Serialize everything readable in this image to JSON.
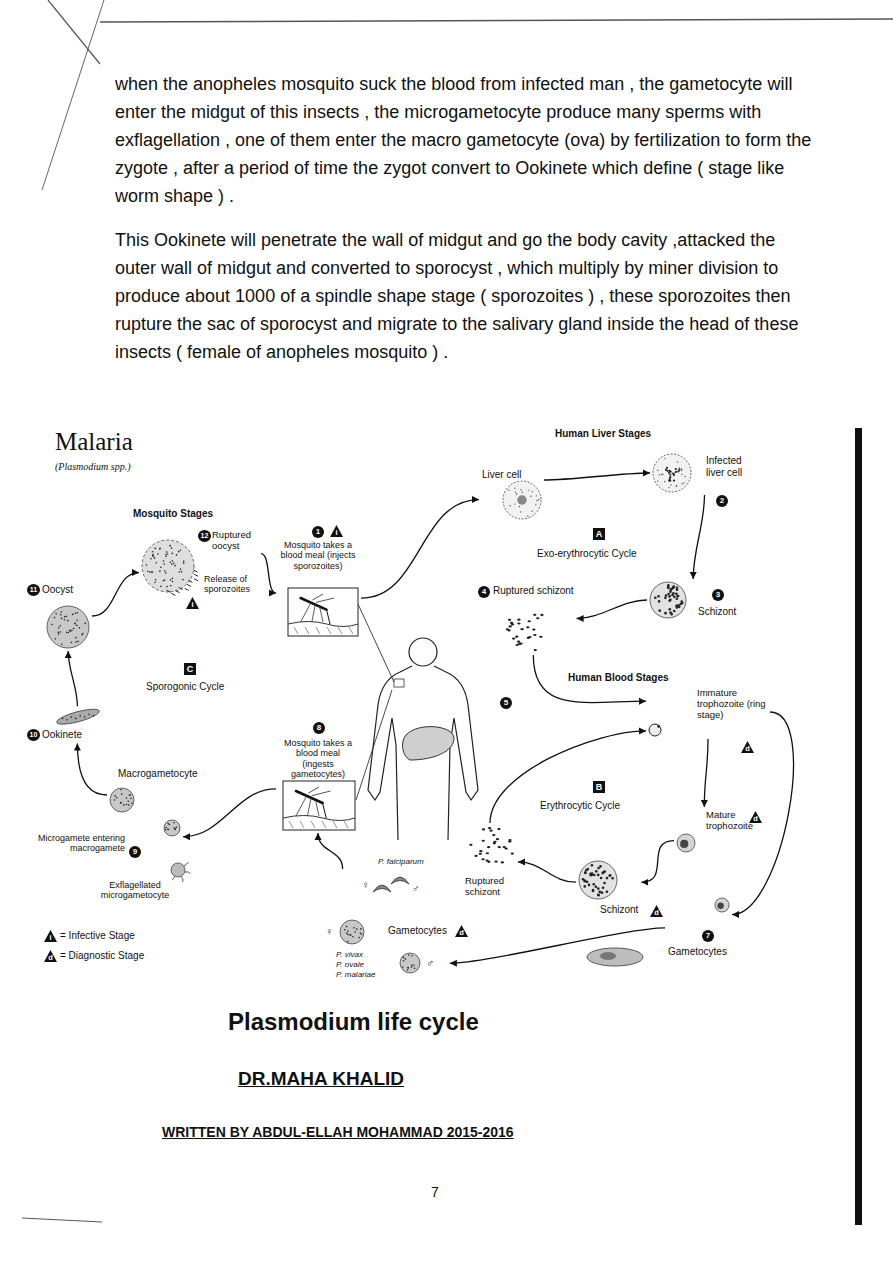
{
  "diagram": {
    "title": "Malaria",
    "caption": "Plasmodium life cycle",
    "nodes": [
      {
        "text": [
          "Mosquito takes a blood meal (injects sporozoites)"
        ]
      },
      {
        "text": [
          "Mosquito takes a blood meal (ingests gametocytes)"
        ]
      },
      {
        "text": [
          "Ruptured oocyst"
        ]
      },
      {
        "text": [
          "Oocyst"
        ]
      },
      {
        "text": [
          "Ookinete"
        ]
      },
      {
        "text": [
          "Macrogametocyte"
        ]
      },
      {
        "text": [
          "Microgamete entering macrogamete"
        ]
      },
      {
        "text": [
          "Exflagellated microgametocyte"
        ]
      },
      {
        "text": [
          "Liver cell"
        ]
      },
      {
        "text": [
          "Infected liver cell"
        ]
      },
      {
        "text": [
          "Schizont"
        ]
      },
      {
        "text": [
          "Ruptured schizont"
        ]
      },
      {
        "text": [
          "Immature trophozoite (ring stage)"
        ]
      },
      {
        "text": [
          "Mature trophozoite"
        ]
      },
      {
        "text": [
          "Schizont"
        ]
      },
      {
        "text": [
          "Ruptured schizont"
        ]
      },
      {
        "text": [
          "Gametocytes"
        ]
      },
      {
        "text": [
          "Gametocytes"
        ]
      }
    ],
    "edges": [
      {
        "from": 0,
        "to": 8,
        "arrow": "to"
      },
      {
        "from": 8,
        "to": 9,
        "arrow": "to"
      },
      {
        "from": 9,
        "to": 10,
        "arrow": "to"
      },
      {
        "from": 10,
        "to": 11,
        "arrow": "to"
      },
      {
        "from": 11,
        "to": 12,
        "arrow": "to"
      },
      {
        "from": 12,
        "to": 13,
        "arrow": "to"
      },
      {
        "from": 13,
        "to": 14,
        "arrow": "to"
      },
      {
        "from": 14,
        "to": 15,
        "arrow": "to"
      },
      {
        "from": 15,
        "to": 12,
        "arrow": "to"
      },
      {
        "from": 12,
        "to": 16,
        "arrow": "to"
      },
      {
        "from": 16,
        "to": 17,
        "arrow": "to"
      },
      {
        "from": 17,
        "to": 1,
        "arrow": "to"
      },
      {
        "from": 1,
        "to": 6,
        "arrow": "to"
      },
      {
        "from": 5,
        "to": 4,
        "arrow": "to"
      },
      {
        "from": 4,
        "to": 3,
        "arrow": "to"
      },
      {
        "from": 3,
        "to": 2,
        "arrow": "to"
      },
      {
        "from": 2,
        "to": 0,
        "arrow": "to"
      }
    ],
    "labels": [
      "when the anopheles mosquito suck the blood from infected man , the gametocyte will enter the midgut of this insects , the microgametocyte produce many sperms with exflagellation , one of them enter the macro gametocyte (ova) by fertilization to form the zygote , after a period of time the zygot convert to Ookinete which define ( stage like worm shape ) .",
      "This Ookinete will penetrate the wall of midgut and go the body cavity ,attacked the outer wall of midgut and converted to sporocyst , which multiply by miner division to produce about 1000 of a spindle shape stage ( sporozoites ) , these sporozoites then rupture the sac of sporocyst and migrate to the salivary gland inside the head of these insects ( female of anopheles mosquito ) .",
      "(Plasmodium spp.)",
      "Mosquito Stages",
      "Sporogonic Cycle",
      "C",
      "Human Liver Stages",
      "Exo-erythrocytic Cycle",
      "A",
      "Human Blood Stages",
      "Erythrocytic Cycle",
      "B",
      "Release of sporozoites",
      "1",
      "2",
      "3",
      "4",
      "5",
      "7",
      "8",
      "9",
      "10",
      "11",
      "12",
      "i",
      "i",
      "d",
      "d",
      "d",
      "d",
      "P. falciparum",
      "♀",
      "♂",
      "♀",
      "♂",
      "P. vivax",
      "P. ovale",
      "P. malariae",
      "i",
      "d",
      "DR.MAHA KHALID",
      "WRITTEN BY ABDUL-ELLAH MOHAMMAD 2015-2016",
      "7"
    ],
    "legend": [
      {
        "text": "= Infective Stage"
      },
      {
        "text": "= Diagnostic Stage"
      }
    ]
  }
}
